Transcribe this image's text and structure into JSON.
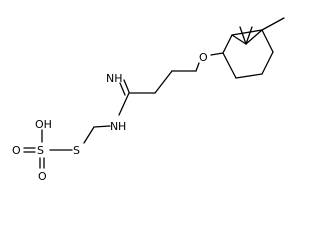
{
  "diagram": {
    "type": "chemical-structure",
    "atom_labels": {
      "imine_nitrogen": "NH",
      "imine_h_count": "",
      "amine_nitrogen": "N",
      "amine_h": "H",
      "hydroxyl_oxygen": "OH",
      "thio_sulfonyl_sulfur": "S",
      "sulfonyl_oxygen_left": "O",
      "sulfonyl_oxygen_bottom": "O",
      "thioether_sulfur": "S",
      "ether_oxygen": "O"
    },
    "colors": {
      "bond": "#000000",
      "label": "#000000",
      "background": "#ffffff"
    }
  }
}
